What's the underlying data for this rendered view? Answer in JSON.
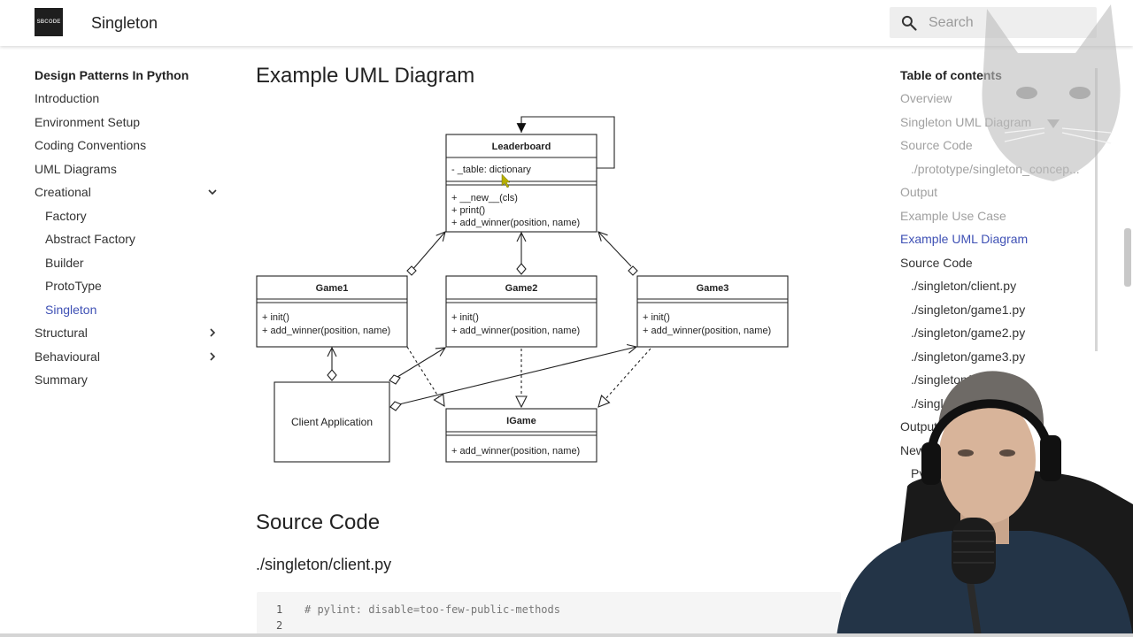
{
  "header": {
    "logo_text": "SBCODE",
    "title": "Singleton",
    "search_placeholder": "Search",
    "accent": "#3f51b5"
  },
  "nav": {
    "title": "Design Patterns In Python",
    "items": [
      {
        "label": "Introduction"
      },
      {
        "label": "Environment Setup"
      },
      {
        "label": "Coding Conventions"
      },
      {
        "label": "UML Diagrams"
      },
      {
        "label": "Creational",
        "icon": "chevron-down-icon"
      },
      {
        "label": "Factory"
      },
      {
        "label": "Abstract Factory"
      },
      {
        "label": "Builder"
      },
      {
        "label": "ProtoType"
      },
      {
        "label": "Singleton"
      },
      {
        "label": "Structural",
        "icon": "chevron-right-icon"
      },
      {
        "label": "Behavioural",
        "icon": "chevron-right-icon"
      },
      {
        "label": "Summary"
      }
    ]
  },
  "main": {
    "heading_uml": "Example UML Diagram",
    "heading_source": "Source Code",
    "file_heading": "./singleton/client.py",
    "code_lines": [
      {
        "num": "1",
        "text": "# pylint: disable=too-few-public-methods"
      },
      {
        "num": "2",
        "text": ""
      }
    ]
  },
  "uml": {
    "leaderboard": {
      "name": "Leaderboard",
      "attr": "- _table: dictionary",
      "methods": [
        "+ __new__(cls)",
        "+ print()",
        "+ add_winner(position, name)"
      ]
    },
    "game1": {
      "name": "Game1",
      "methods": [
        "+ init()",
        "+ add_winner(position, name)"
      ]
    },
    "game2": {
      "name": "Game2",
      "methods": [
        "+ init()",
        "+ add_winner(position, name)"
      ]
    },
    "game3": {
      "name": "Game3",
      "methods": [
        "+ init()",
        "+ add_winner(position, name)"
      ]
    },
    "igame": {
      "name": "IGame",
      "methods": [
        "+ add_winner(position, name)"
      ]
    },
    "client": {
      "name": "Client Application"
    }
  },
  "toc": {
    "title": "Table of contents",
    "items": [
      {
        "label": "Overview"
      },
      {
        "label": "Singleton UML Diagram"
      },
      {
        "label": "Source Code"
      },
      {
        "label": "./prototype/singleton_concep..."
      },
      {
        "label": "Output"
      },
      {
        "label": "Example Use Case"
      },
      {
        "label": "Example UML Diagram"
      },
      {
        "label": "Source Code"
      },
      {
        "label": "./singleton/client.py"
      },
      {
        "label": "./singleton/game1.py"
      },
      {
        "label": "./singleton/game2.py"
      },
      {
        "label": "./singleton/game3.py"
      },
      {
        "label": "./singleton/..."
      },
      {
        "label": "./singleton/..."
      },
      {
        "label": "Output"
      },
      {
        "label": "New ..."
      },
      {
        "label": "Pyth..."
      }
    ]
  }
}
